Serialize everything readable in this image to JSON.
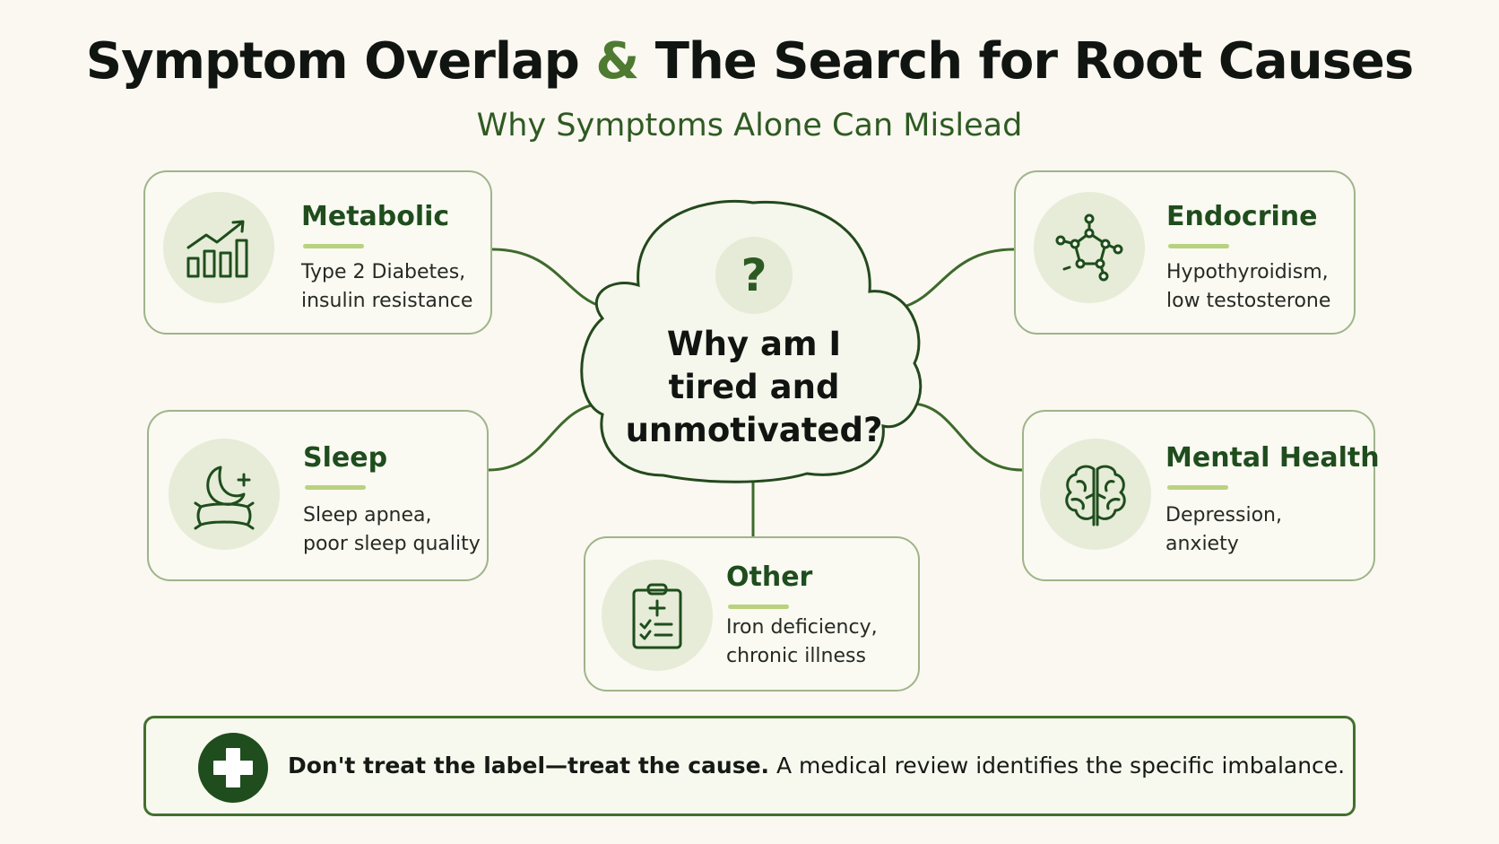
{
  "header": {
    "title_part1": "Symptom Overlap",
    "title_amp": "&",
    "title_part2": "The Search for Root Causes",
    "subtitle": "Why Symptoms Alone Can Mislead"
  },
  "center": {
    "badge": "?",
    "question": "Why am I\ntired and\nunmotivated?"
  },
  "categories": {
    "metabolic": {
      "name": "Metabolic",
      "line1": "Type 2 Diabetes,",
      "line2": "insulin resistance",
      "icon": "rising-bar-chart-icon"
    },
    "endocrine": {
      "name": "Endocrine",
      "line1": "Hypothyroidism,",
      "line2": "low testosterone",
      "icon": "molecule-icon"
    },
    "sleep": {
      "name": "Sleep",
      "line1": "Sleep apnea,",
      "line2": "poor sleep quality",
      "icon": "moon-pillow-icon"
    },
    "mental_health": {
      "name": "Mental Health",
      "line1": "Depression,",
      "line2": "anxiety",
      "icon": "brain-icon"
    },
    "other": {
      "name": "Other",
      "line1": "Iron deficiency,",
      "line2": "chronic illness",
      "icon": "clipboard-icon"
    }
  },
  "footer": {
    "bold": "Don't treat the label—treat the cause.",
    "rest": " A medical review identifies the specific imbalance.",
    "icon": "medical-cross-icon"
  },
  "colors": {
    "background": "#faf8f1",
    "primary_green": "#1f4d1d",
    "accent_green": "#4f7a32",
    "badge_fill": "#e6ecd7",
    "rule_lime": "#b9d27f",
    "card_border": "#9fb48a"
  }
}
